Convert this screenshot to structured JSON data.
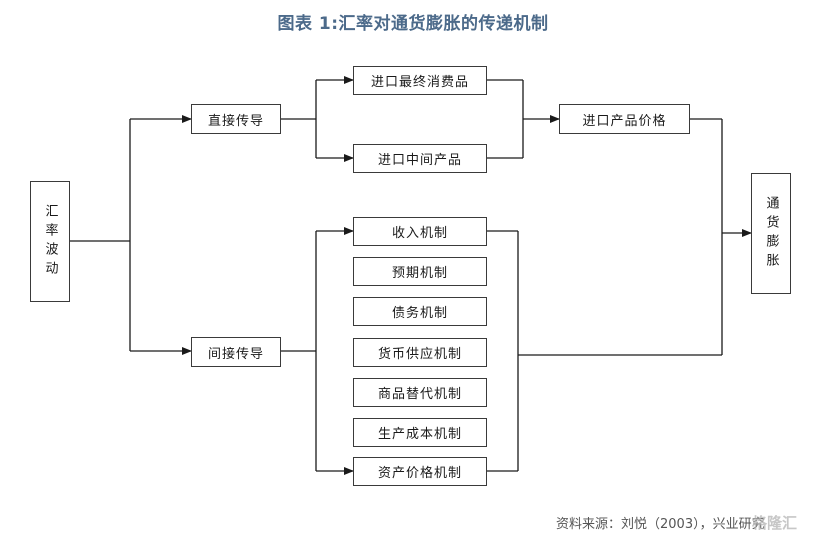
{
  "title": "图表 1:汇率对通货膨胀的传递机制",
  "nodes": {
    "fx_volatility": "汇率波动",
    "direct": "直接传导",
    "indirect": "间接传导",
    "import_final": "进口最终消费品",
    "import_intermediate": "进口中间产品",
    "import_price": "进口产品价格",
    "inflation": "通货膨胀",
    "mechanisms": [
      "收入机制",
      "预期机制",
      "债务机制",
      "货币供应机制",
      "商品替代机制",
      "生产成本机制",
      "资产价格机制"
    ]
  },
  "source": "资料来源：刘悦（2003），兴业研究",
  "watermark": "格隆汇"
}
